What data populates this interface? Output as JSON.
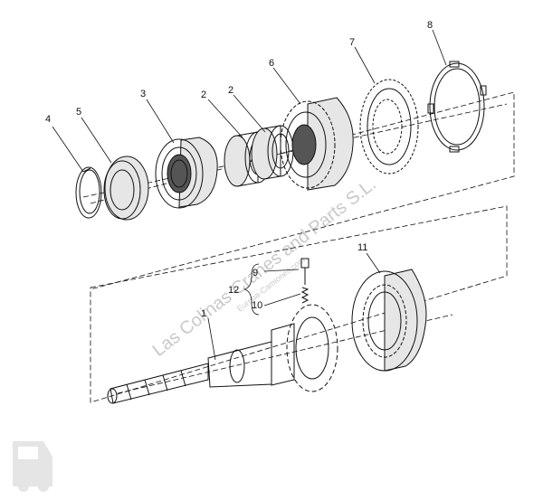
{
  "callouts": {
    "c1": "1",
    "c2a": "2",
    "c2b": "2",
    "c3": "3",
    "c4": "4",
    "c5": "5",
    "c6": "6",
    "c7": "7",
    "c8": "8",
    "c9": "9",
    "c10": "10",
    "c11": "11",
    "c12": "12"
  },
  "watermark": {
    "main": "Las Colinas Cranes and Parts S.L.",
    "sub": "Europa-Camiones.com"
  },
  "icon": "truck-logo-icon"
}
